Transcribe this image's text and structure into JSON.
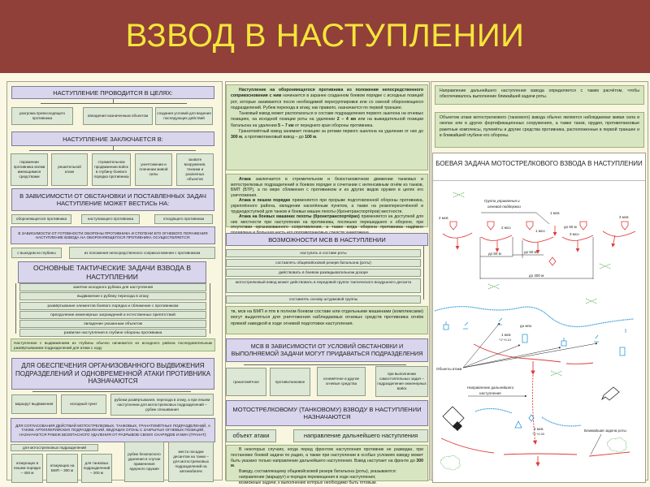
{
  "title": "ВЗВОД В НАСТУПЛЕНИИ",
  "left": {
    "goals": {
      "heading": "НАСТУПЛЕНИЕ ПРОВОДИТСЯ В ЦЕЛЯХ:",
      "items": [
        "разгрома превосходящего противника",
        "овладения назначенным объектом",
        "создания условий для ведения последующих действий"
      ]
    },
    "consists": {
      "heading": "НАСТУПЛЕНИЕ ЗАКЛЮЧАЕТСЯ В:",
      "items": [
        "поражении противника всеми имеющимися средствами",
        "решительной атаке",
        "стремительном продвижении войск в глубину боевого порядка противника",
        "уничтожении и пленении живой силы",
        "захвате вооружения, техники и различных объектов"
      ]
    },
    "against": {
      "heading": "В ЗАВИСИМОСТИ ОТ ОБСТАНОВКИ И ПОСТАВЛЕННЫХ ЗАДАЧ НАСТУПЛЕНИЕ МОЖЕТ ВЕСТИСЬ НА:",
      "items": [
        "обороняющегося противника",
        "наступающего противника",
        "отходящего противника"
      ]
    },
    "readiness": {
      "heading": "В ЗАВИСИМОСТИ ОТ ГОТОВНОСТИ ОБОРОНЫ ПРОТИВНИКА И СТЕПЕНИ ЕГО ОГНЕВОГО ПОРАЖЕНИЯ НАСТУПЛЕНИЕ ВЗВОДА НА ОБОРОНЯЮЩЕГОСЯ ПРОТИВНИКА ОСУЩЕСТВЛЯЕТСЯ:",
      "items": [
        "с выходом из глубины",
        "из положения непосредственного соприкосновения с противником"
      ]
    },
    "tasks": {
      "heading": "ОСНОВНЫЕ ТАКТИЧЕСКИЕ ЗАДАЧИ ВЗВОДА В НАСТУПЛЕНИИ",
      "items": [
        "занятие исходного рубежа для наступления",
        "выдвижение к рубежу перехода в атаку",
        "развёртывание элементов боевого порядка и сближение с противником",
        "преодоление инженерных заграждений и естественных препятствий",
        "овладение указанным объектом",
        "развитие наступления в глубине обороны противника"
      ]
    },
    "note": "Наступление с выдвижением из глубины обычно начинается из исходного района последовательным развёртыванием подразделений для атаки с ходу",
    "assigned": {
      "heading": "ДЛЯ ОБЕСПЕЧЕНИЯ ОРГАНИЗОВАННОГО ВЫДВИЖЕНИЯ ПОДРАЗДЕЛЕНИЙ И ОДНОВРЕМЕННОЙ АТАКИ ПРОТИВНИКА НАЗНАЧАЮТСЯ",
      "items": [
        "маршрут выдвижения",
        "исходный пункт",
        "рубежи развёртывания, перехода в атаку, а при пешем наступлении для мотострелковых подразделений – рубеж спешивания"
      ]
    },
    "safety": {
      "heading": "ДЛЯ СОГЛАСОВАНИЯ ДЕЙСТВИЙ МОТОСТРЕЛКОВЫХ, ТАНКОВЫХ, ГРАНАТОМЁТНЫХ ПОДРАЗДЕЛЕНИЙ, А ТАКЖЕ АРТИЛЛЕРИЙСКИХ ПОДРАЗДЕЛЕНИЙ, ВЕДУЩИХ ОГОНЬ С ЗАКРЫТЫХ ОГНЕВЫХ ПОЗИЦИЙ, НАЗНАЧАЕТСЯ РУБЕЖ БЕЗОПАСНОГО УДАЛЕНИЯ ОТ РАЗРЫВОВ СВОИХ СНАРЯДОВ И МИН (ГРАНАТ):",
      "ms_label": "для мотострелковых подразделений",
      "items": [
        "атакующих в пешем порядке – 400 м",
        "атакующих на БМП – 300 м",
        "для танковых подразделений – 200 м",
        "рубеж безопасного удаления в случае применения ядерного оружия",
        "места посадки десантом на танки – для мотострелковых подразделений на автомобилях"
      ]
    }
  },
  "middle": {
    "p1": {
      "b1": "Наступление на обороняющегося противника из положения непосредственного соприкосновения с ним",
      "t1": " начинается в заранее созданном боевом порядке с исходных позиций рот, которые занимаются после необходимой перегруппировки или со сменой обороняющихся подразделений. Рубеж перехода в атаку, как правило, назначается по первой траншее.",
      "t2": "Танковый взвод может располагаться в составе подразделения первого эшелона на огневых позициях, на исходной позиции роты на удалении ",
      "b2": "2 – 4 км",
      "t3": " или на выжидательной позиции батальона на удалении ",
      "b3": "5 – 7 км",
      "t4": " от переднего края обороны противника.",
      "t5": "Гранатомётный взвод занимает позицию за ротами первого эшелона на удалении от них до ",
      "b4": "300 м",
      "t6": ", а противотанковый взвод – до ",
      "b5": "100 м",
      "t7": "."
    },
    "p2": {
      "b1": "Атака",
      "t1": " заключается в стремительном и безостановочном движении танковых и мотострелковых подразделений в боевом порядке в сочетании с интенсивным огнём из танков, БМП (БТР), а по мере сближения с противником и из других видов оружия в целях его уничтожения.",
      "b2": "Атака в пешем порядке",
      "t2": " применяется при прорыве подготовленной обороны противника, укреплённого района, овладении населённым пунктом, а также на резкопересечённой и труднодоступной для танков и боевых машин пехоты (бронетранспортёров) местности.",
      "b3": "Атака на боевых машинах пехоты (бронетранспортёрах)",
      "t3": " применяется на доступной для них местности при наступлении на противника, поспешно перешедшего к обороне, при отсутствии организованного сопротивления, а также когда оборона противника надёжно подавлена и большая часть его противотанковых средств уничтожена."
    },
    "capabilities": {
      "heading": "ВОЗМОЖНОСТИ МСВ В НАСТУПЛЕНИИ",
      "items": [
        "наступать в составе роты",
        "составлять общевойсковой резерв батальона (роты)",
        "действовать в боевом разведывательном дозоре",
        "мотострелковый взвод может действовать в передовой группе тактического воздушного десанта",
        "составлять основу штурмовой группы"
      ]
    },
    "p3": "тв, мсв на БМП и птв в полном боевом составе или отдельными машинами (комплексами) могут выделяться для уничтожения наблюдаемых огневых средств противника огнём прямой наводкой в ходе огневой подготовки наступления.",
    "attached": {
      "heading": "МСВ В ЗАВИСИМОСТИ ОТ УСЛОВИЙ ОБСТАНОВКИ И ВЫПОЛНЯЕМОЙ ЗАДАЧИ МОГУТ ПРИДАВАТЬСЯ ПОДРАЗДЕЛЕНИЯ",
      "items": [
        "гранатомётное",
        "противотанковое",
        "огнемётное и другие огневые средства",
        "при выполнении самостоятельных задач – подразделение инженерных войск"
      ]
    },
    "assigned": {
      "heading": "МОТОСТРЕЛКОВОМУ (ТАНКОВОМУ) ВЗВОДУ В НАСТУПЛЕНИИ НАЗНАЧАЮТСЯ",
      "items": [
        "объект атаки",
        "направление дальнейшего наступления"
      ]
    },
    "p4": {
      "t1": "В некоторых случаях, когда перед фронтом наступления противник не разведан, при постановке боевой задачи по радио, а также при наступлении в особых условиях взводу может быть указано только направление дальнейшего наступления. Взвод наступает на фронте до ",
      "b1": "300 м",
      "t2": ".",
      "t3": "Взводу, составляющему общевойсковой резерв батальона (роты), указываются:",
      "t4": "направление (маршрут) и порядок перемещения в ходе наступления;",
      "t5": "возможные задачи, к выполнению которых необходимо быть готовым."
    }
  },
  "right": {
    "p1": "Направление дальнейшего наступления взвода определяется с таким расчётом, чтобы обеспечивалось выполнение ближайшей задачи роты.",
    "p2": "Объектом атаки мотострелкового (танкового) взвода обычно являются наблюдаемая живая сила в окопах или в других фортификационных сооружениях, а также танки, орудия, противотанковые ракетные комплексы, пулемёты и другие средства противника, расположенные в первой траншее и в ближайшей глубине его обороны.",
    "diagram": {
      "title": "БОЕВАЯ ЗАДАЧА МОТОСТРЕЛКОВОГО ВЗВОДА В НАСТУПЛЕНИИ",
      "labels": {
        "msv2": "2 мсв",
        "msv3": "3 мсв",
        "msv1": "1 мсв",
        "group1": "Группа управления и",
        "group2": "огневой поддержки",
        "mso2": "2 мсо",
        "mso1": "1 мсо",
        "mso3": "3 мсо",
        "d50a": "до 50 м",
        "d50b": "до 50 м",
        "d50c": "до 50 м",
        "d300": "до 300 м",
        "dompo": "до мпо",
        "msv1b": "1 мсв",
        "code1": "\"Ч\"+0.10",
        "objects": "Объекты атаки",
        "dir1": "Направление дальнейшего",
        "dir2": "наступления",
        "msv2b": "2 мсв",
        "code2": "\"Ч\"+0.30",
        "nearest": "Ближайшая задача роты"
      },
      "colors": {
        "own": "#e03a3a",
        "enemy": "#2a9ad8",
        "terrain": "#4caa4c"
      }
    }
  }
}
